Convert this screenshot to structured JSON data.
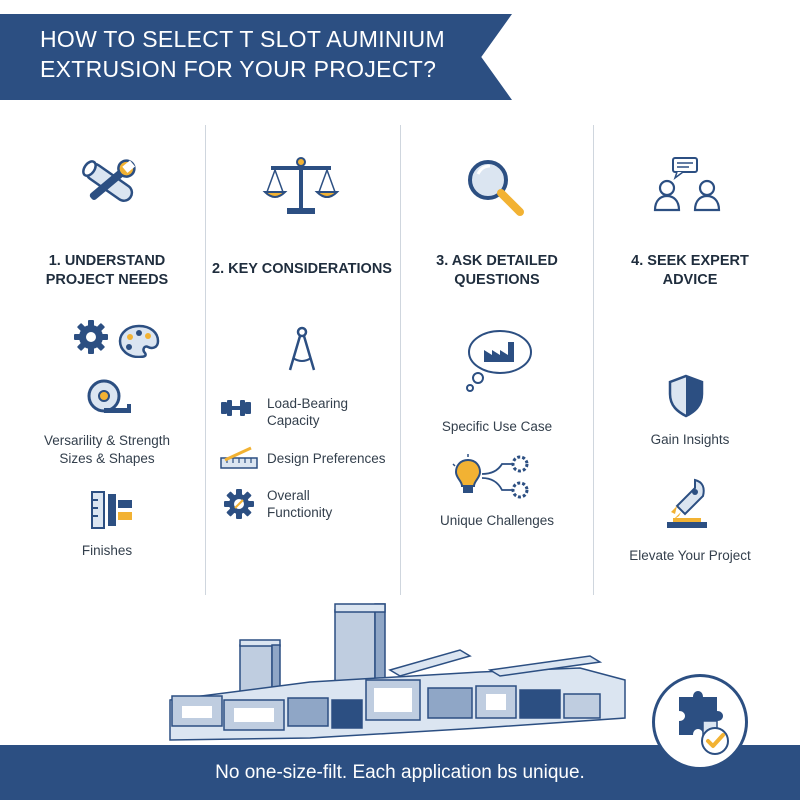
{
  "header": {
    "title_line1": "HOW TO SELECT T SLOT AUMINIUM",
    "title_line2": "EXTRUSION FOR YOUR PROJECT?"
  },
  "columns": [
    {
      "title_line1": "1. UNDERSTAND",
      "title_line2": "PROJECT NEEDS",
      "items": [
        "Versarility & Strength",
        "Sizes & Shapes",
        "Finishes"
      ]
    },
    {
      "title_line1": "2. KEY CONSIDERATIONS",
      "items": [
        {
          "line1": "Load-Bearing",
          "line2": "Capacity"
        },
        {
          "line1": "Design Preferences"
        },
        {
          "line1": "Overall",
          "line2": "Functionity"
        }
      ]
    },
    {
      "title_line1": "3. ASK DETAILED",
      "title_line2": "QUESTIONS",
      "items": [
        "Specific Use Case",
        "Unique Challenges"
      ]
    },
    {
      "title_line1": "4. SEEK EXPERT",
      "title_line2": "ADVICE",
      "items": [
        "Gain Insights",
        "Elevate Your Project"
      ]
    }
  ],
  "footer": {
    "text": "No one-size-filt. Each application bs unique."
  },
  "colors": {
    "navy": "#2c4f82",
    "accent": "#f2b233",
    "light_blue": "#dbe5f1"
  }
}
